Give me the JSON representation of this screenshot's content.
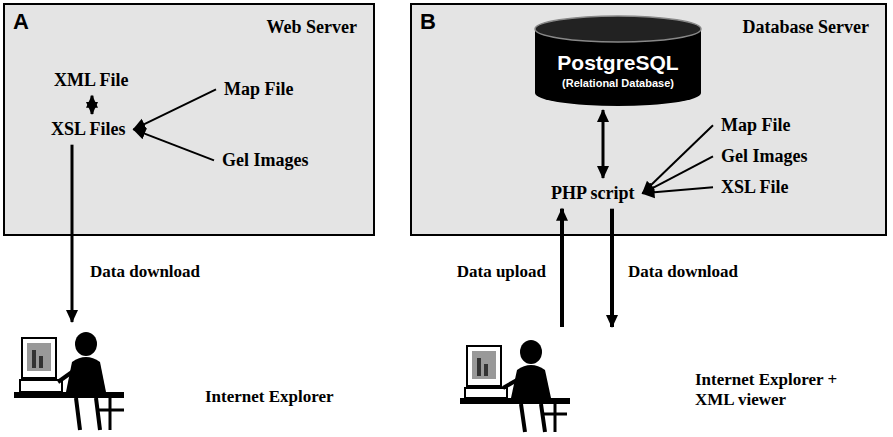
{
  "diagram": {
    "nodes": [
      {
        "text": [
          "A",
          "Web Server"
        ]
      },
      {
        "text": [
          "XML File"
        ],
        "in": 0
      },
      {
        "text": [
          "XSL Files"
        ],
        "in": 0
      },
      {
        "text": [
          "Map File"
        ],
        "in": 0
      },
      {
        "text": [
          "Gel Images"
        ],
        "in": 0
      },
      {
        "text": [
          "B",
          "Database Server"
        ]
      },
      {
        "text": [
          "PostgreSQL",
          "(Relational Database)"
        ],
        "in": 5
      },
      {
        "text": [
          "PHP script"
        ],
        "in": 5
      },
      {
        "text": [
          "Map File"
        ],
        "in": 5
      },
      {
        "text": [
          "Gel Images"
        ],
        "in": 5
      },
      {
        "text": [
          "XSL File"
        ],
        "in": 5
      },
      {
        "text": [
          "Internet Explorer"
        ]
      },
      {
        "text": [
          "Internet Explorer + XML viewer"
        ]
      }
    ],
    "edges": [
      {
        "from": 1,
        "to": 2,
        "arrow": "both"
      },
      {
        "from": 3,
        "to": 2,
        "arrow": "to"
      },
      {
        "from": 4,
        "to": 2,
        "arrow": "to"
      },
      {
        "from": 2,
        "to": 11,
        "label": "Data download",
        "arrow": "to"
      },
      {
        "from": 6,
        "to": 7,
        "arrow": "both"
      },
      {
        "from": 8,
        "to": 7,
        "arrow": "to"
      },
      {
        "from": 9,
        "to": 7,
        "arrow": "to"
      },
      {
        "from": 10,
        "to": 7,
        "arrow": "to"
      },
      {
        "from": 12,
        "to": 7,
        "label": "Data upload",
        "arrow": "to"
      },
      {
        "from": 7,
        "to": 12,
        "label": "Data download",
        "arrow": "to"
      }
    ]
  }
}
